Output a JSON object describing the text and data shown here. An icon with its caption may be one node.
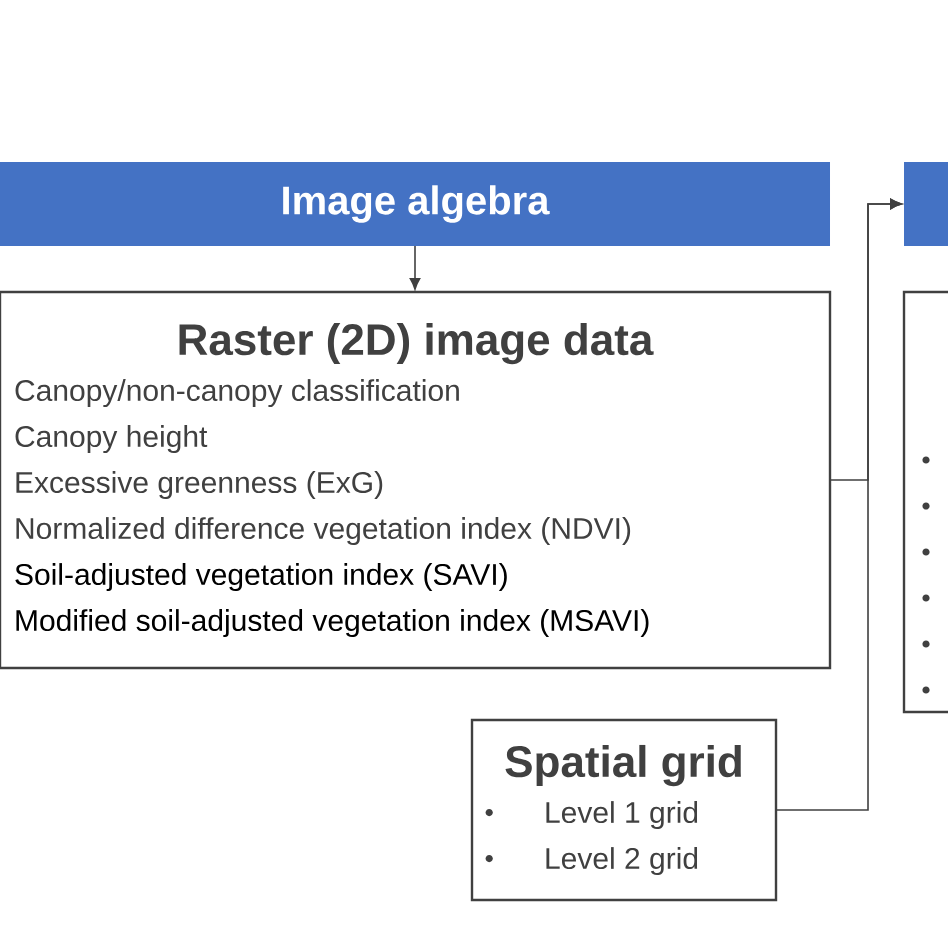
{
  "diagram": {
    "nodes": [
      {
        "text": [
          "Image algebra"
        ]
      },
      {
        "text": [
          "Raster (2D) image data",
          "Canopy/non-canopy classification",
          "Canopy height",
          "Excessive greenness (ExG)",
          "Normalized difference vegetation index (NDVI)",
          "Soil-adjusted vegetation index (SAVI)",
          "Modified soil-adjusted vegetation index (MSAVI)"
        ]
      },
      {
        "text": [
          "Spatial grid",
          "Level 1 grid",
          "Level 2 grid"
        ]
      },
      {
        "text": [],
        "shape": "bar"
      },
      {
        "text": [],
        "shape": "box"
      }
    ],
    "edges": [
      {
        "from": 0,
        "to": 1,
        "arrow": "to"
      },
      {
        "from": 1,
        "to": 3,
        "arrow": "to"
      },
      {
        "from": 2,
        "to": 3,
        "arrow": "to"
      }
    ]
  }
}
